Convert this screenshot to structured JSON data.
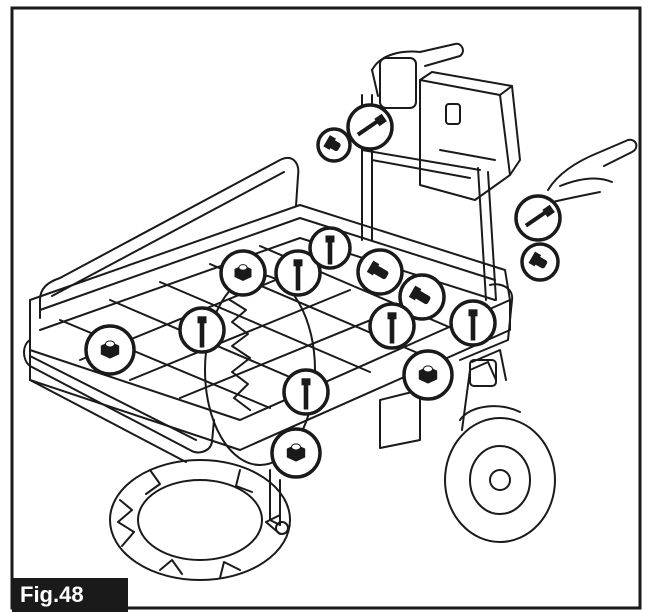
{
  "figure": {
    "label": "Fig.48"
  },
  "colors": {
    "line": "#1a1a1a",
    "background": "#ffffff",
    "label_background": "#1a1a1a",
    "label_text": "#ffffff"
  },
  "callouts": [
    {
      "part": "bolt"
    },
    {
      "part": "bolt"
    },
    {
      "part": "bolt"
    },
    {
      "part": "bolt"
    },
    {
      "part": "nut"
    },
    {
      "part": "bolt"
    },
    {
      "part": "bolt"
    },
    {
      "part": "bolt"
    },
    {
      "part": "bolt"
    },
    {
      "part": "nut"
    },
    {
      "part": "bolt"
    },
    {
      "part": "nut"
    },
    {
      "part": "bolt"
    },
    {
      "part": "nut"
    },
    {
      "part": "bolt"
    },
    {
      "part": "nut"
    },
    {
      "part": "bolt"
    }
  ]
}
